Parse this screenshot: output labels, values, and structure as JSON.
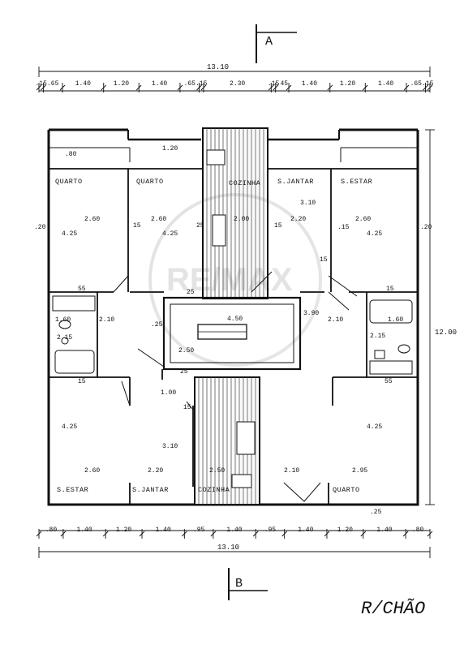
{
  "sections": {
    "top": "A",
    "bottom": "B"
  },
  "floor_label": "R/CHÃO",
  "watermark": "RE/MAX",
  "overall": {
    "width": "13.10",
    "depth": "12.00"
  },
  "top_dims": [
    ".15",
    ".65",
    "1.40",
    "1.20",
    "1.40",
    ".65",
    ".15",
    "2.30",
    ".15",
    ".45",
    "1.40",
    "1.20",
    "1.40",
    ".65",
    ".15"
  ],
  "bottom_dims": [
    ".80",
    "1.40",
    "1.20",
    "1.40",
    ".95",
    "1.40",
    ".95",
    "1.40",
    "1.20",
    "1.40",
    ".80"
  ],
  "upper_rooms": {
    "quarto_left": "QUARTO",
    "quarto_mid": "QUARTO",
    "cozinha": "COZINHA",
    "s_jantar": "S.JANTAR",
    "s_estar": "S.ESTAR"
  },
  "lower_rooms": {
    "s_estar": "S.ESTAR",
    "s_jantar": "S.JANTAR",
    "cozinha": "COZINHA",
    "quarto": "QUARTO"
  },
  "labels": {
    "top_left": ".80",
    "top_mid": "1.20",
    "w_q1": "2.60",
    "w_q2": "2.60",
    "w_coz": "2.00",
    "w_sj": "2.20",
    "w_se": "2.60",
    "d_sj": "3.10",
    "d_q1": "4.25",
    "d_q2": "4.25",
    "d_se": "4.25",
    "wall_l": ".20",
    "wall_r": ".20",
    "w15_a": "15",
    "w15_b": "15",
    "w15_c": ".15",
    "w15_d": "15",
    "w25_a": "25",
    "w25_b": "25",
    "w25_c": "25",
    "w25_d": ".25",
    "hall_l": "2.10",
    "hall_r": "2.10",
    "stair_w": "4.50",
    "stair_d": "3.90",
    "stair_l": "2.50",
    "bath_l_w": "1.60",
    "bath_l_d": "2.15",
    "bath_r_w": "1.60",
    "bath_r_d": "2.15",
    "b55_l": "55",
    "b55_r": "55",
    "b15_l": "15",
    "b15_r": "15",
    "c100": "1.00",
    "c15": "15",
    "d_lse": "4.25",
    "d_lsj": "3.10",
    "d_lq": "4.25",
    "w_lse": "2.60",
    "w_lsj": "2.20",
    "w_lcoz": "2.50",
    "w_lcoz2": "2.10",
    "w_lq": "2.95",
    "b25": ".25"
  }
}
